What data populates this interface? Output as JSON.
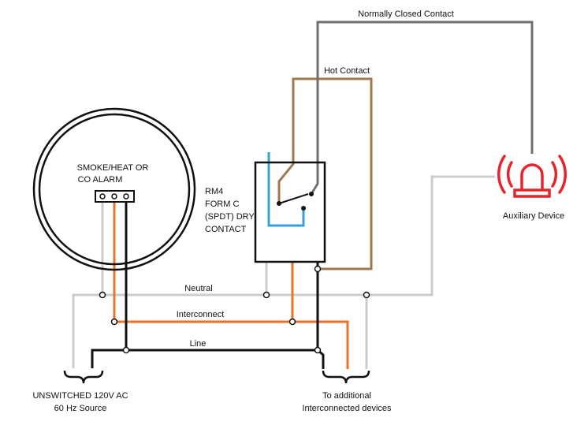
{
  "labels": {
    "nc_contact": "Normally Closed Contact",
    "hot_contact": "Hot Contact",
    "alarm_line1": "SMOKE/HEAT OR",
    "alarm_line2": "CO ALARM",
    "relay_line1": "RM4",
    "relay_line2": "FORM C",
    "relay_line3": "(SPDT) DRY",
    "relay_line4": "CONTACT",
    "aux_device": "Auxiliary Device",
    "neutral": "Neutral",
    "interconnect": "Interconnect",
    "line": "Line",
    "source_line1": "UNSWITCHED 120V AC",
    "source_line2": "60 Hz Source",
    "additional_line1": "To additional",
    "additional_line2": "Interconnected devices"
  },
  "colors": {
    "neutral_wire": "#cccccc",
    "interconnect_wire": "#e8732a",
    "line_wire": "#111111",
    "hot_wire": "#a07850",
    "nc_wire": "#707070",
    "common_wire": "#3a9fd8",
    "beacon": "#e8242b"
  }
}
